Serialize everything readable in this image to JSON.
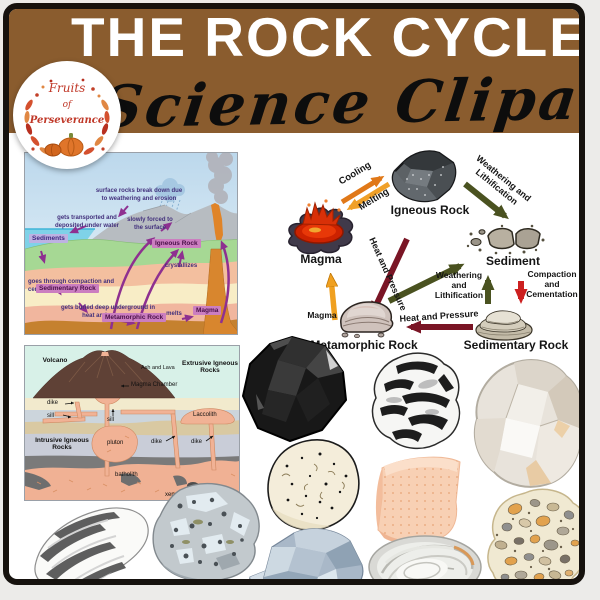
{
  "header": {
    "title": "THE ROCK CYCLE",
    "subtitle": "Science Clipart",
    "logo": {
      "line1": "Fruits",
      "line2": "of",
      "line3": "Perseverance"
    }
  },
  "colors": {
    "banner_brown": "#8a5c2e",
    "border_black": "#16120e",
    "arrow_olive": "#4a5220",
    "arrow_dark_red": "#7a1525",
    "arrow_red": "#cc2020",
    "arrow_orange": "#e07818",
    "arrow_yellow": "#f0a020",
    "scene_arrow_purple": "#8e3090",
    "label_box_plum": "#cb7ec0"
  },
  "scene": {
    "labels": {
      "breakdown": "surface rocks break down due to weathering and erosion",
      "transported": "gets transported and deposited under water",
      "forced": "slowly forced to the surface",
      "crystallizes": "crystallizes",
      "compaction": "goes through compaction and cementation",
      "buried": "gets buried deep underground in heat and pressure",
      "melts": "melts",
      "sediments": "Sediments",
      "igneous": "Igneous Rock",
      "sedimentary": "Sedimentary Rock",
      "metamorphic": "Metamorphic Rock",
      "magma": "Magma"
    }
  },
  "volcano": {
    "labels": {
      "volcano": "Volcano",
      "ash_lava": "Ash and Lava",
      "extrusive": "Extrusive Igneous Rocks",
      "magma_chamber": "Magma Chamber",
      "dike_left": "dike",
      "sill_left": "sill",
      "sill_center": "sill",
      "laccolith": "Laccolith",
      "intrusive": "Intrusive Igneous Rocks",
      "pluton": "pluton",
      "dike_mid": "dike",
      "dike_right": "dike",
      "batholith": "batholith",
      "xenolith": "xenolith"
    }
  },
  "flow": {
    "igneous_label": "Igneous Rock",
    "magma_label": "Magma",
    "magma_small_label": "Magma",
    "sediment_label": "Sediment",
    "metamorphic_label": "Metamorphic Rock",
    "sedimentary_label": "Sedimentary Rock",
    "cooling": "Cooling",
    "melting": "Melting",
    "weathering_1": "Weathering and Lithification",
    "weathering_2": "Weathering and Lithification",
    "heat_pressure_1": "Heat and Pressure",
    "heat_pressure_2": "Heat and Pressure",
    "compaction": "Compaction and Cementation"
  }
}
